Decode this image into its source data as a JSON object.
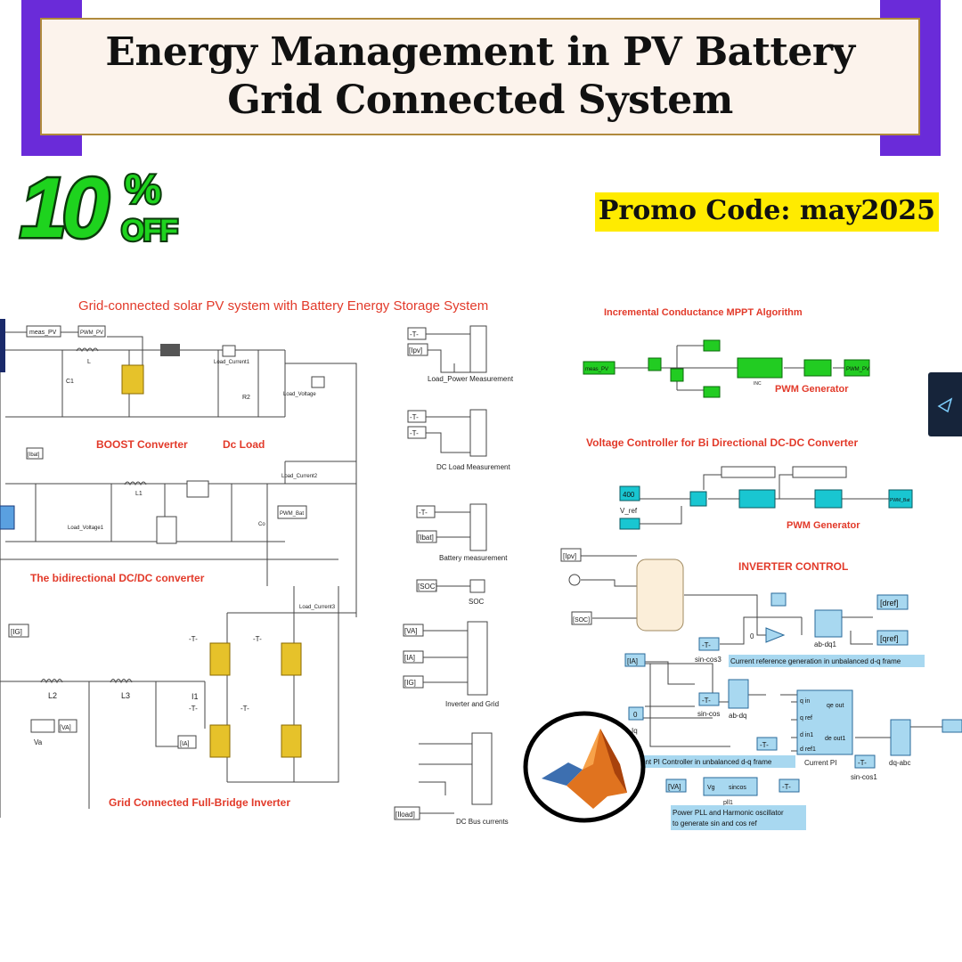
{
  "header": {
    "title_line1": "Energy Management in PV Battery",
    "title_line2": "Grid Connected System"
  },
  "badge": {
    "number": "10",
    "percent": "%",
    "off": "OFF"
  },
  "promo": {
    "text": "Promo Code: may2025"
  },
  "colors": {
    "accent_purple": "#6a2bd9",
    "title_bg": "#fcf3ec",
    "promo_bg": "#ffeb00",
    "badge_green": "#1ed31e",
    "diagram_red": "#e23a2a",
    "block_green": "#22cc22",
    "block_cyan": "#19c6d1",
    "block_blue": "#a8d8f0",
    "switch_yellow": "#e6c22a"
  },
  "diagram": {
    "main_title": "Grid-connected solar PV system with Battery Energy Storage System",
    "mppt_title": "Incremental Conductance MPPT Algorithm",
    "pwm1": "PWM Generator",
    "voltage_ctrl_title": "Voltage Controller for Bi Directional DC-DC Converter",
    "pwm2": "PWM Generator",
    "inverter_ctrl_title": "INVERTER CONTROL",
    "boost": "BOOST Converter",
    "dc_load": "Dc Load",
    "bidirectional": "The bidirectional DC/DC converter",
    "grid_inverter": "Grid Connected Full-Bridge Inverter",
    "load_power_meas": "Load_Power Measurement",
    "dc_load_meas": "DC Load Measurement",
    "battery_meas": "Battery measurement",
    "soc_label": "SOC",
    "inverter_grid": "Inverter and Grid",
    "dc_bus": "DC Bus currents",
    "current_ref_gen": "Current reference generation in unbalanced d-q frame",
    "current_pi_caption": "ent PI Controller in unbalanced d-q frame",
    "current_pi": "Current PI",
    "pll_caption1": "Power PLL and Harmonic oscillator",
    "pll_caption2": "to generate sin and cos ref",
    "vref_value": "400",
    "vref_label": "V_ref",
    "meas_pv": "meas_PV",
    "pwm_pv": "PWM_PV",
    "pwm_bat": "PWM_Bat",
    "load_voltage": "Load_Voltage",
    "load_voltage1": "Load_Voltage1",
    "load_current1": "Load_Current1",
    "load_current2": "Load_Current2",
    "load_current3": "Load_Current3",
    "ipv": "[Ipv]",
    "ibat": "[Ibat]",
    "soc_tag": "[SOC]",
    "ig": "[IG]",
    "ia": "[IA]",
    "va": "[VA]",
    "va2": "[VA]",
    "va_small": "Va",
    "iload": "[Iload]",
    "dref": "[dref]",
    "qref": "[qref]",
    "t_tag": "-T-",
    "inc": "INC",
    "sin_cos3": "sin-cos3",
    "sin_cos": "sin-cos",
    "sin_cos1": "sin-cos1",
    "ab_dq1": "ab-dq1",
    "ab_dq": "ab-dq",
    "dq_abc": "dq-abc",
    "pll1": "pll1",
    "vg": "Vg",
    "sincos": "sincos",
    "iq": "Iq",
    "zero": "0",
    "q_in": "q in",
    "q_ref": "q ref",
    "d_in1": "d in1",
    "d_ref1": "d ref1",
    "qe_out": "qe out",
    "de_out1": "de out1",
    "L": "L",
    "L1": "L1",
    "L2": "L2",
    "L3": "L3",
    "C1": "C1",
    "R2": "R2",
    "I1": "I1",
    "Co": "Co"
  }
}
